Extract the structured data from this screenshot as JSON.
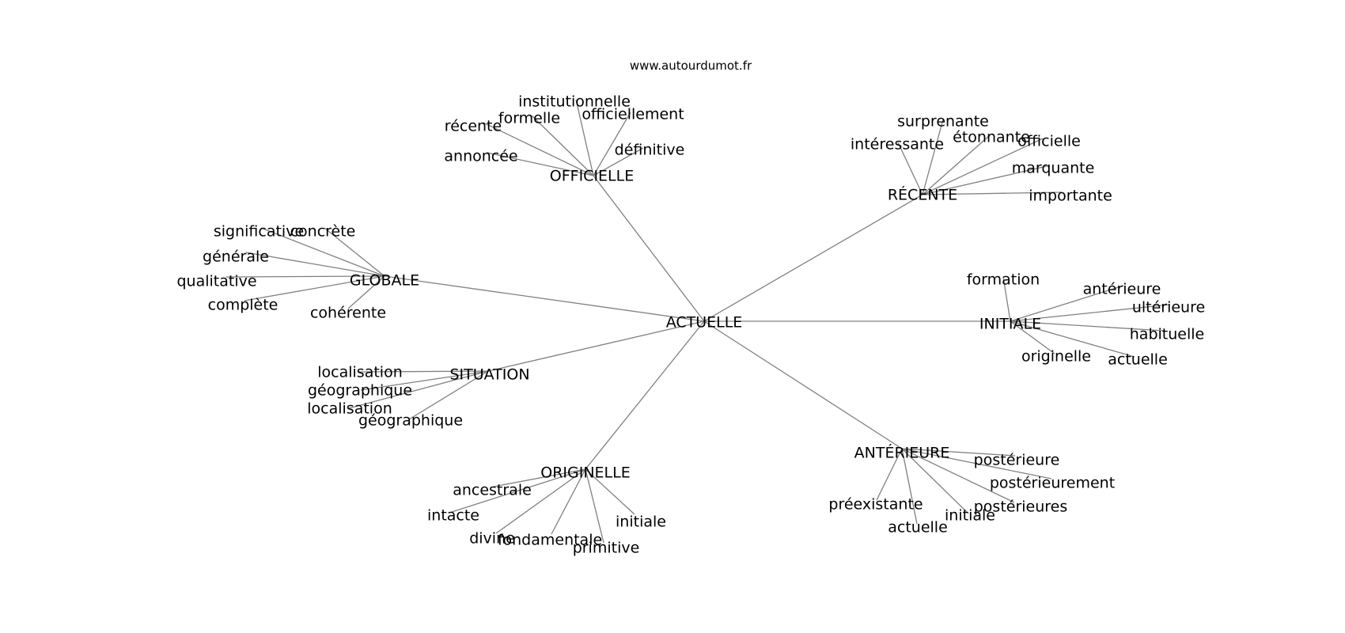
{
  "site_url": "www.autourdumot.fr",
  "center": {
    "id": "actuelle",
    "label": "ACTUELLE"
  },
  "hubs": [
    {
      "id": "officielle",
      "label": "OFFICIELLE",
      "leaves": [
        "institutionnelle",
        "formelle",
        "officiellement",
        "récente",
        "définitive",
        "annoncée"
      ]
    },
    {
      "id": "recente",
      "label": "RÉCENTE",
      "leaves": [
        "surprenante",
        "intéressante",
        "étonnante",
        "officielle",
        "marquante",
        "importante"
      ]
    },
    {
      "id": "globale",
      "label": "GLOBALE",
      "leaves": [
        "significative",
        "concrète",
        "générale",
        "qualitative",
        "complète",
        "cohérente"
      ]
    },
    {
      "id": "initiale",
      "label": "INITIALE",
      "leaves": [
        "formation",
        "antérieure",
        "ultérieure",
        "habituelle",
        "originelle",
        "actuelle"
      ]
    },
    {
      "id": "situation",
      "label": "SITUATION",
      "leaves": [
        "localisation",
        "géographique",
        "localisation",
        "géographique"
      ]
    },
    {
      "id": "anterieure",
      "label": "ANTÉRIEURE",
      "leaves": [
        "postérieure",
        "postérieurement",
        "préexistante",
        "postérieures",
        "initiale",
        "actuelle"
      ]
    },
    {
      "id": "originelle",
      "label": "ORIGINELLE",
      "leaves": [
        "ancestrale",
        "intacte",
        "initiale",
        "divine",
        "fondamentale",
        "primitive"
      ]
    }
  ]
}
